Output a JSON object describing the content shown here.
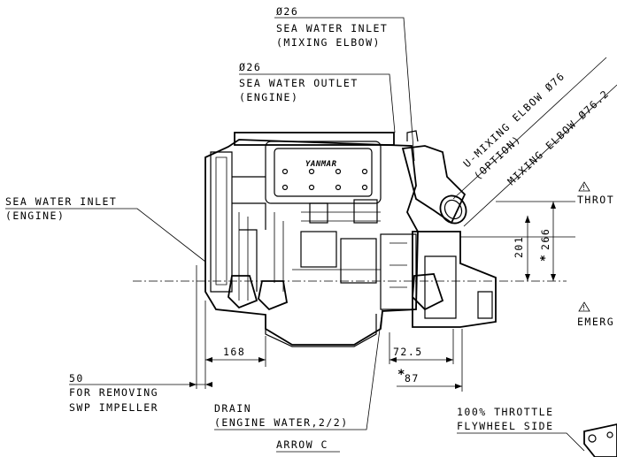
{
  "labels": {
    "sw_inlet_mix_dia": "Ø26",
    "sw_inlet_mix_1": "SEA WATER INLET",
    "sw_inlet_mix_2": "(MIXING ELBOW)",
    "sw_outlet_dia": "Ø26",
    "sw_outlet_1": "SEA WATER OUTLET",
    "sw_outlet_2": "(ENGINE)",
    "sw_inlet_eng_1": "SEA WATER INLET",
    "sw_inlet_eng_2": "(ENGINE)",
    "u_mixing_1": "U-MIXING ELBOW Ø76",
    "u_mixing_2": "(OPTION)",
    "mixing_elbow": "MIXING ELBOW Ø76.2",
    "throttle_partial": "THROT",
    "emergency_partial": "EMERG",
    "brand": "YANMAR",
    "drain_1": "DRAIN",
    "drain_2": "(ENGINE WATER,2/2)",
    "remove_val": "50",
    "remove_1": "FOR REMOVING",
    "remove_2": "SWP IMPELLER",
    "throttle_100_1": "100% THROTTLE",
    "throttle_100_2": "FLYWHEEL SIDE",
    "arrow_c": "ARROW C",
    "warning_symbol": "!"
  },
  "dimensions": {
    "d168": "168",
    "d72_5": "72.5",
    "d87": "87",
    "d87_mark": "*",
    "d201": "201",
    "d266": "266",
    "d266_mark": "*"
  }
}
